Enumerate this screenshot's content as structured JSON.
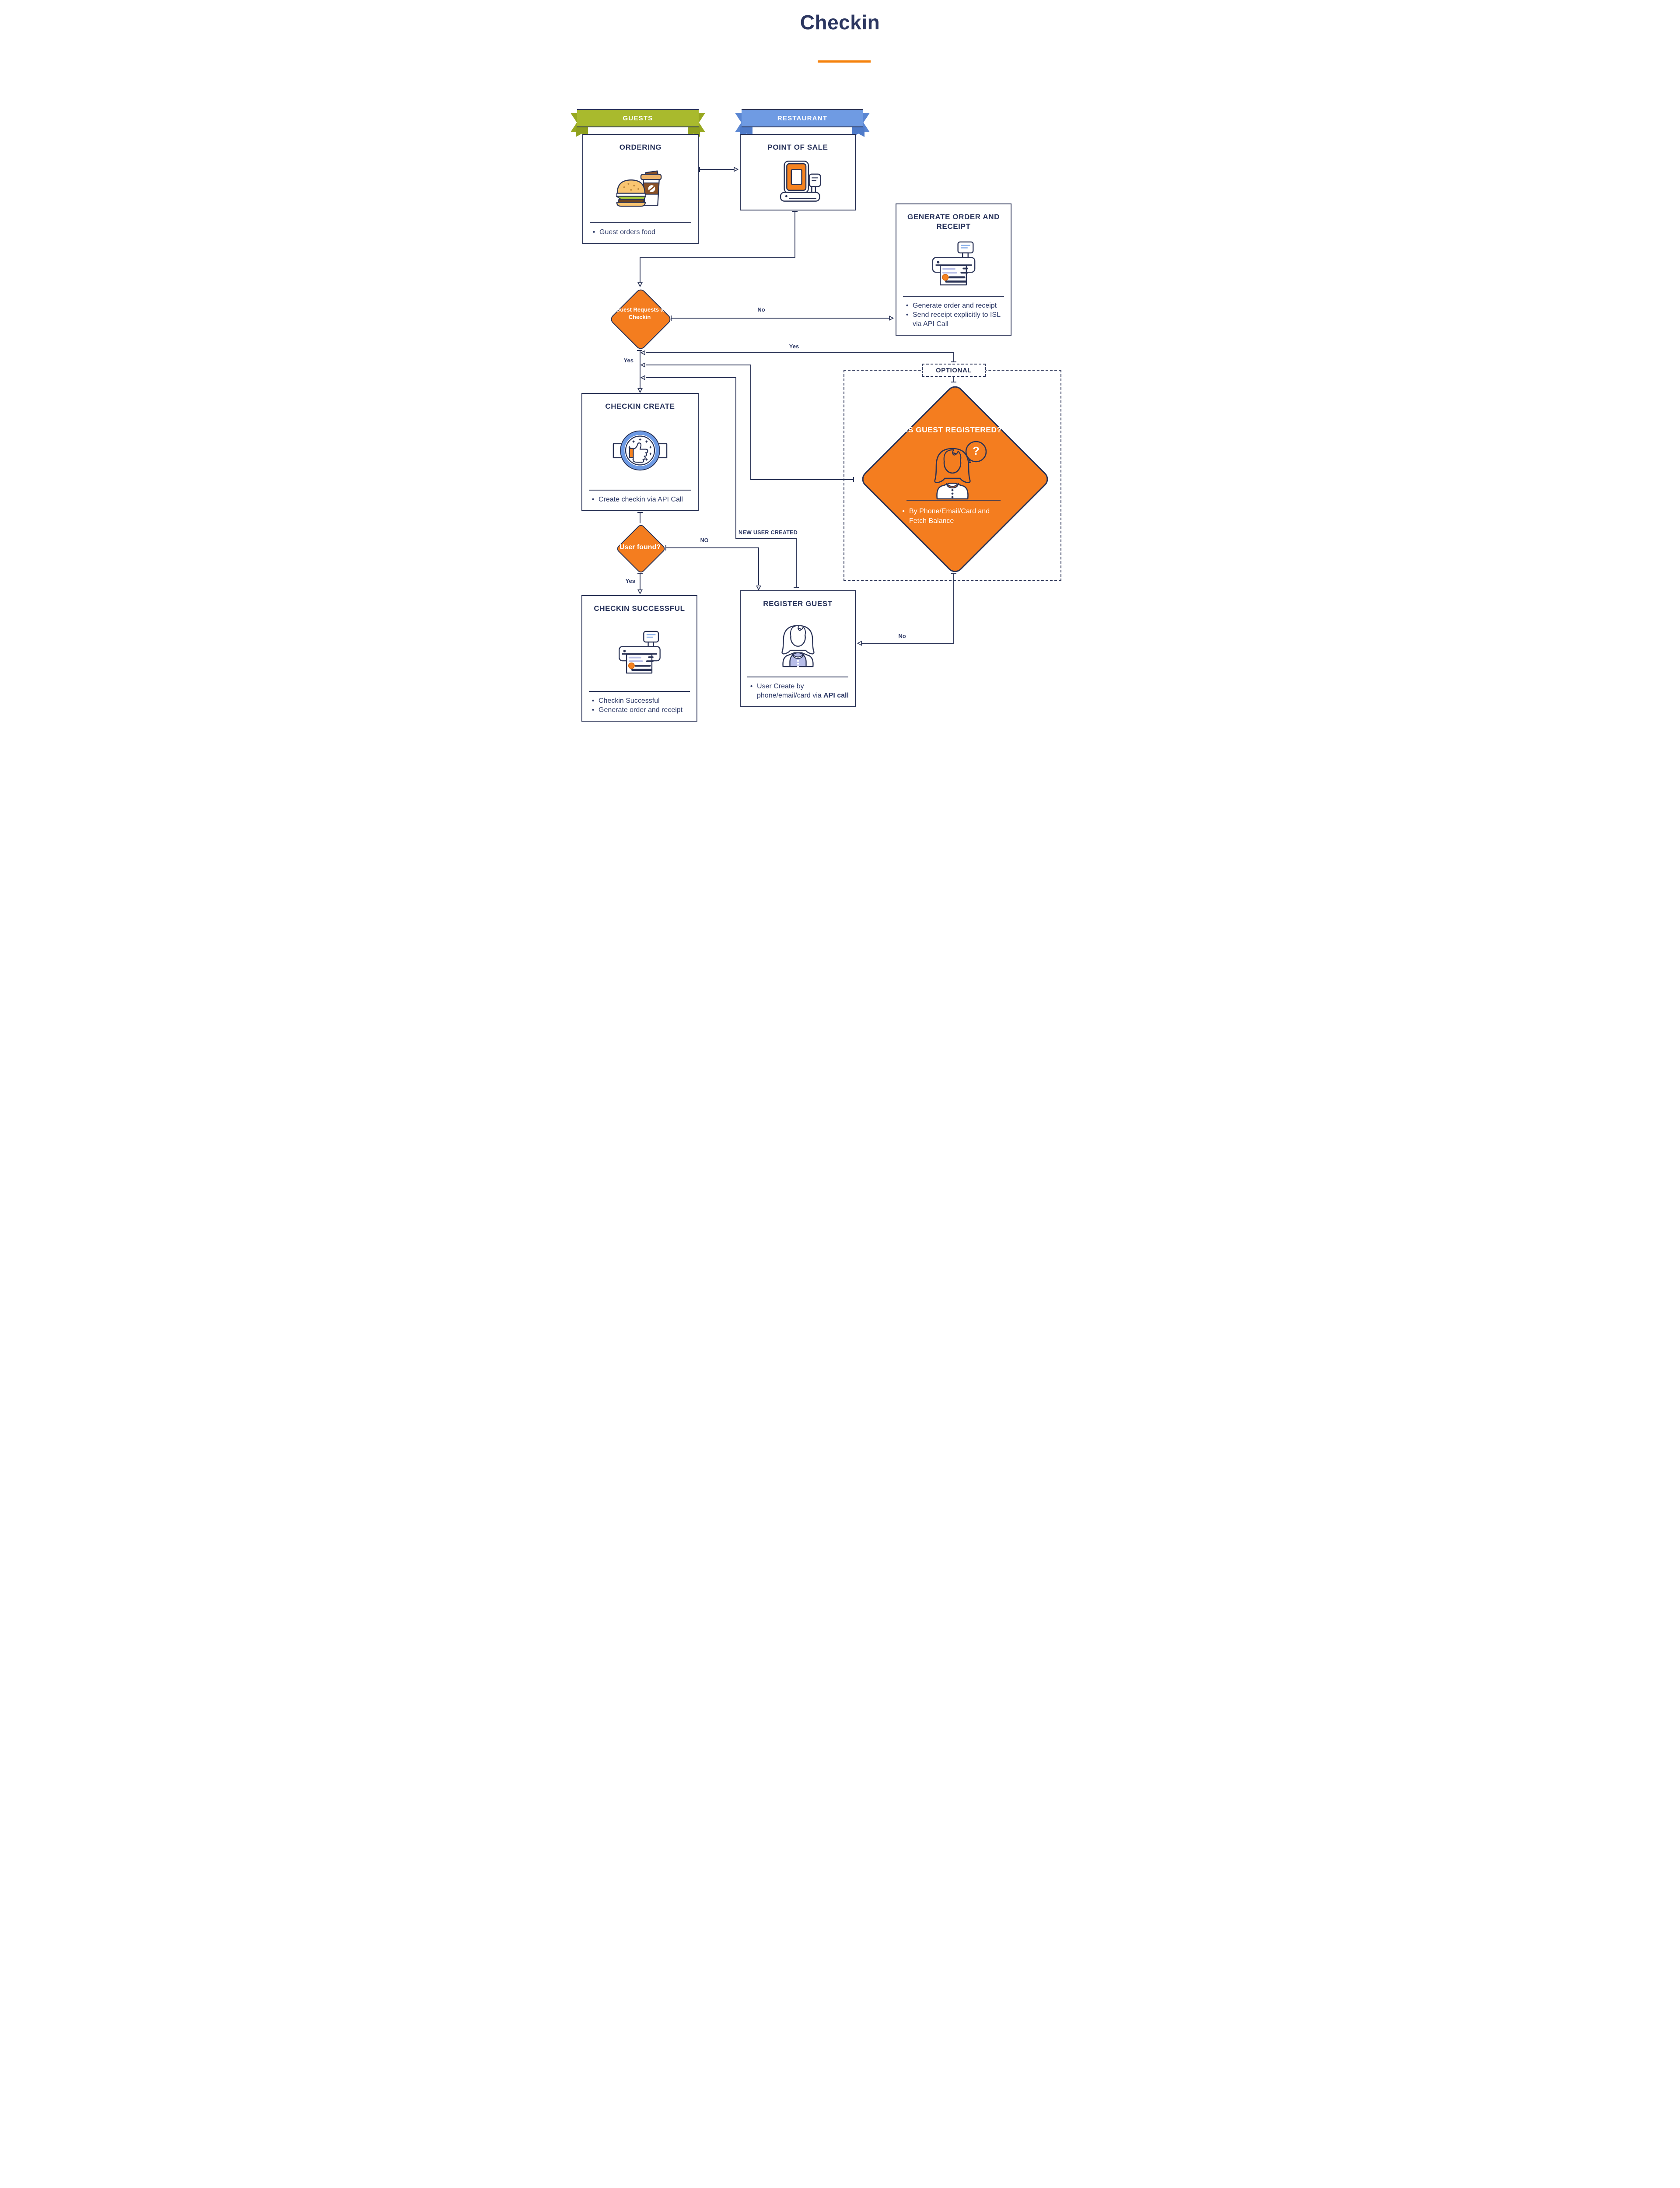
{
  "page": {
    "title": "Checkin"
  },
  "colors": {
    "navy": "#2a3356",
    "orange": "#f47d1f",
    "underline": "#f5830e",
    "green": "#a9ba2d",
    "blue": "#6f9be3",
    "text": "#303c69",
    "lavender": "#b7bde8"
  },
  "banners": [
    {
      "id": "guests",
      "label": "GUESTS"
    },
    {
      "id": "restaurant",
      "label": "RESTAURANT"
    }
  ],
  "nodes": {
    "ordering": {
      "title": "ORDERING",
      "icon": "burger-coffee-icon",
      "bullets": [
        "Guest orders food"
      ]
    },
    "point_of_sale": {
      "title": "POINT OF SALE",
      "icon": "pos-terminal-icon"
    },
    "generate_order": {
      "title": "GENERATE ORDER AND RECEIPT",
      "icon": "printer-receipt-icon",
      "bullets": [
        "Generate order and receipt",
        "Send receipt explicitly to ISL via API Call"
      ]
    },
    "guest_requests": {
      "label": "Guest Requests a Checkin"
    },
    "checkin_create": {
      "title": "CHECKIN CREATE",
      "icon": "thumbs-up-badge-icon",
      "bullets": [
        "Create checkin via API Call"
      ]
    },
    "optional": {
      "label": "OPTIONAL"
    },
    "is_guest_registered": {
      "title": "IS GUEST REGISTERED?",
      "icon": "woman-question-icon",
      "bubble": "?",
      "bullets": [
        "By Phone/Email/Card and Fetch Balance"
      ]
    },
    "user_found": {
      "label": "User found?"
    },
    "checkin_successful": {
      "title": "CHECKIN SUCCESSFUL",
      "icon": "printer-receipt-icon",
      "bullets": [
        "Checkin Successful",
        "Generate order and receipt"
      ]
    },
    "register_guest": {
      "title": "REGISTER GUEST",
      "icon": "woman-guest-icon",
      "bullets": [
        {
          "pre": "User Create by phone/email/card via ",
          "bold": "API call"
        }
      ]
    }
  },
  "edge_labels": {
    "guest_requests_no": "No",
    "guest_requests_yes": "Yes",
    "registered_yes": "Yes",
    "user_found_no": "NO",
    "new_user_created": "NEW USER CREATED",
    "user_found_yes": "Yes",
    "registered_no": "No"
  }
}
